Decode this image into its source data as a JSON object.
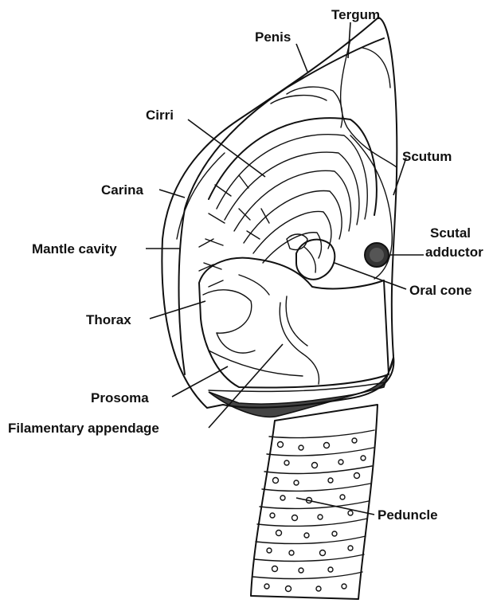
{
  "labels": {
    "tergum": "Tergum",
    "penis": "Penis",
    "cirri": "Cirri",
    "scutum": "Scutum",
    "carina": "Carina",
    "scutal_adductor_line1": "Scutal",
    "scutal_adductor_line2": "adductor",
    "mantle_cavity": "Mantle cavity",
    "oral_cone": "Oral cone",
    "thorax": "Thorax",
    "prosoma": "Prosoma",
    "filamentary_appendage": "Filamentary appendage",
    "peduncle": "Peduncle"
  }
}
